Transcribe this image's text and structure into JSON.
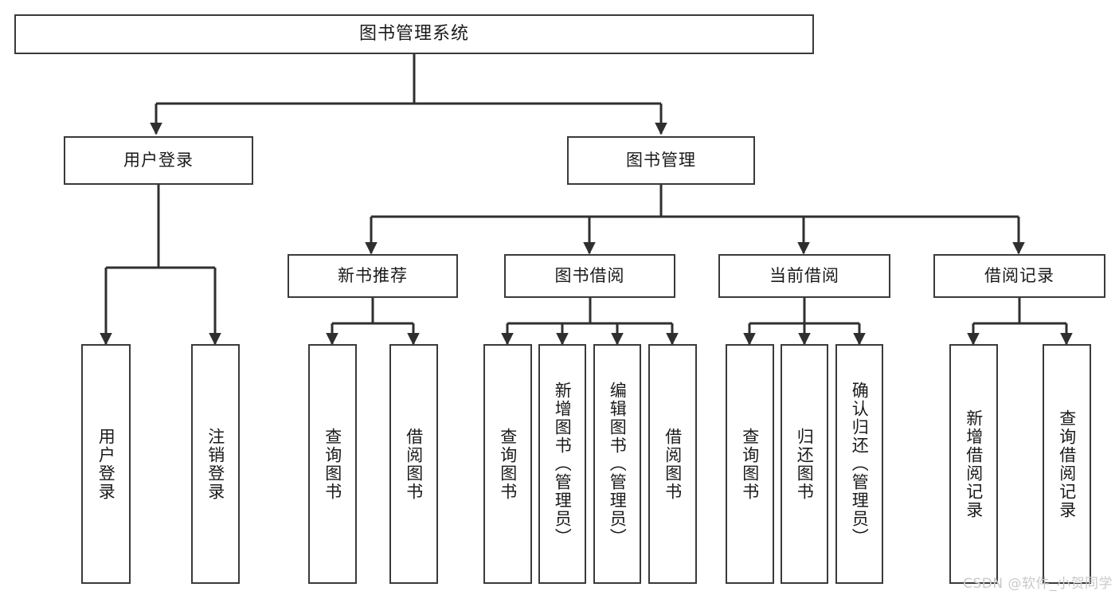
{
  "diagram": {
    "title": "图书管理系统",
    "type": "tree-hierarchy-chart",
    "root": {
      "label": "图书管理系统"
    },
    "level2": [
      {
        "label": "用户登录"
      },
      {
        "label": "图书管理"
      }
    ],
    "level3": [
      {
        "label": "新书推荐"
      },
      {
        "label": "图书借阅"
      },
      {
        "label": "当前借阅"
      },
      {
        "label": "借阅记录"
      }
    ],
    "leaves": {
      "user_login": [
        {
          "label": "用户登录"
        },
        {
          "label": "注销登录"
        }
      ],
      "new_book_recommend": [
        {
          "label": "查询图书"
        },
        {
          "label": "借阅图书"
        }
      ],
      "book_borrow": [
        {
          "label": "查询图书"
        },
        {
          "label": "新增图书（管理员）"
        },
        {
          "label": "编辑图书（管理员）"
        },
        {
          "label": "借阅图书"
        }
      ],
      "current_borrow": [
        {
          "label": "查询图书"
        },
        {
          "label": "归还图书"
        },
        {
          "label": "确认归还（管理员）"
        }
      ],
      "borrow_record": [
        {
          "label": "新增借阅记录"
        },
        {
          "label": "查询借阅记录"
        }
      ]
    }
  },
  "watermark": {
    "text": "CSDN @软件_小贺同学"
  },
  "colors": {
    "border": "#3a3a3a",
    "background": "#ffffff",
    "text": "#1a1a1a",
    "watermark": "#c9c9c9"
  }
}
